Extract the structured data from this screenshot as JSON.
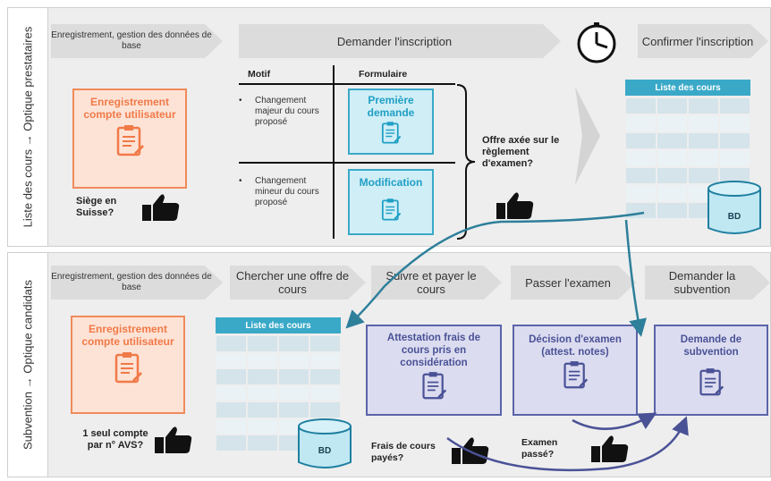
{
  "top": {
    "side_label": "Liste des cours → Optique prestataires",
    "step1": "Enregistrement, gestion des données de base",
    "step2": "Demander l'inscription",
    "step3": "Confirmer l'inscription",
    "account_box": "Enregistrement compte utilisateur",
    "siege": "Siège en Suisse?",
    "col_motif": "Motif",
    "col_formulaire": "Formulaire",
    "motif1": "Changement majeur du cours proposé",
    "motif2": "Changement mineur du cours proposé",
    "form1": "Première demande",
    "form2": "Modification",
    "question": "Offre axée sur le règlement d'examen?",
    "table_title": "Liste des cours",
    "db": "BD"
  },
  "bottom": {
    "side_label": "Subvention → Optique candidats",
    "step1": "Enregistrement, gestion des données de base",
    "step2": "Chercher une offre de cours",
    "step3": "Suivre et payer le cours",
    "step4": "Passer l'examen",
    "step5": "Demander la subvention",
    "account_box": "Enregistrement compte utilisateur",
    "one_account": "1 seul compte par n° AVS?",
    "table_title": "Liste des cours",
    "db": "BD",
    "attestation": "Attestation frais de cours pris en considération",
    "decision": "Décision d'examen (attest. notes)",
    "demande": "Demande de subvention",
    "frais": "Frais de cours payés?",
    "examen": "Examen passé?"
  },
  "colors": {
    "orange": "#f08a5a",
    "teal": "#3aa9c8",
    "purple": "#5b64a8",
    "grey": "#dcdcdc"
  },
  "icons": [
    "clock-icon",
    "thumbs-up-icon",
    "form-icon",
    "database-icon"
  ]
}
